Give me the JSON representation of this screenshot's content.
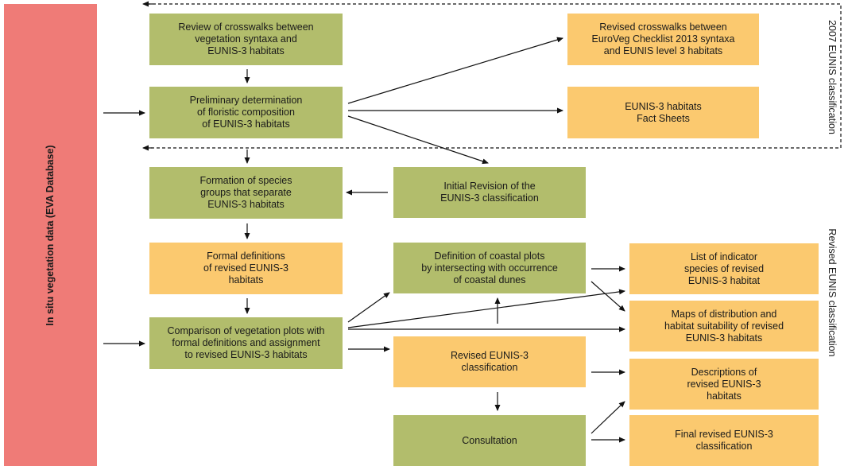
{
  "side_label": "In situ vegetation data (EVA Database)",
  "group_labels": {
    "top": "2007 EUNIS classification",
    "bottom": "Revised EUNIS classification"
  },
  "boxes": {
    "review": "Review of crosswalks between\nvegetation syntaxa and\nEUNIS-3 habitats",
    "preliminary": "Preliminary determination\nof floristic composition\nof EUNIS-3 habitats",
    "formation": "Formation of species\ngroups that separate\nEUNIS-3 habitats",
    "formal_defs": "Formal definitions\nof revised EUNIS-3\nhabitats",
    "comparison": "Comparison of vegetation plots with\nformal definitions and assignment\nto revised EUNIS-3 habitats",
    "revised_crosswalks": "Revised crosswalks between\nEuroVeg Checklist 2013 syntaxa\nand EUNIS level 3 habitats",
    "fact_sheets": "EUNIS-3 habitats\nFact Sheets",
    "initial_revision": "Initial Revision of the\nEUNIS-3 classification",
    "coastal": "Definition of coastal plots\nby intersecting with occurrence\nof coastal dunes",
    "revised_classification": "Revised EUNIS-3\nclassification",
    "consultation": "Consultation",
    "indicator_species": "List of indicator\nspecies of revised\nEUNIS-3 habitat",
    "maps": "Maps of distribution and\nhabitat suitability of revised\nEUNIS-3 habitats",
    "descriptions": "Descriptions of\nrevised EUNIS-3\nhabitats",
    "final": "Final revised EUNIS-3\nclassification"
  },
  "colors": {
    "process": "#b2bd6c",
    "output": "#fbc96f",
    "source": "#ef7b77",
    "arrow": "#111111"
  }
}
